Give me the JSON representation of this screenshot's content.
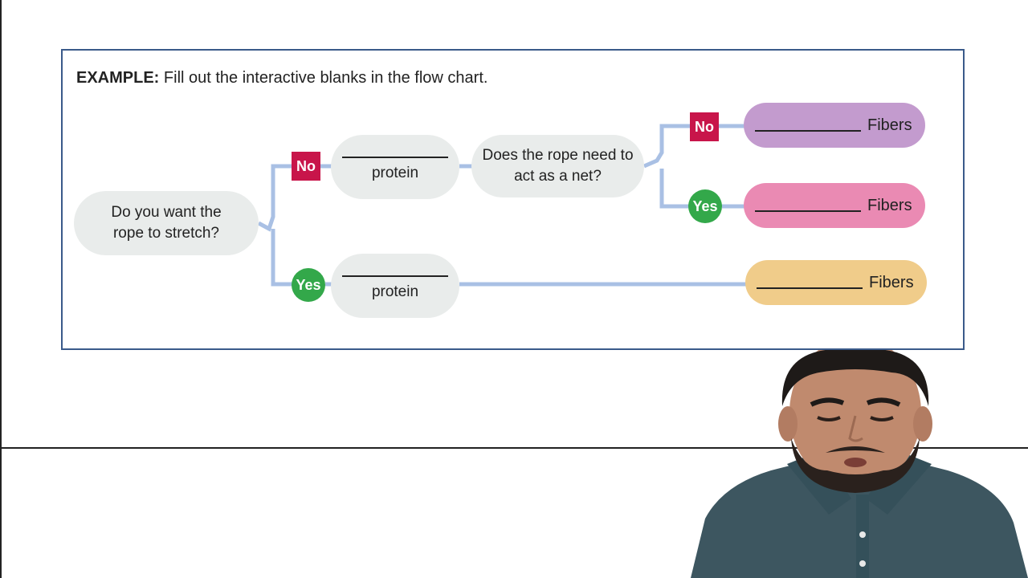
{
  "example": {
    "label": "EXAMPLE:",
    "text": "Fill out the interactive blanks in the flow chart."
  },
  "flowchart": {
    "question1": "Do you want the rope to stretch?",
    "question2": "Does the rope need to act as a net?",
    "answer_no": "No",
    "answer_yes": "Yes",
    "protein_label": "protein",
    "fibers_label": "Fibers"
  },
  "colors": {
    "connector": "#a9c0e4",
    "no_tag": "#c8154a",
    "yes_tag": "#33a84a",
    "fiber_purple": "#c39bce",
    "fiber_pink": "#ea8ab3",
    "fiber_orange": "#f0cc8a",
    "box_border": "#3a5a8a"
  }
}
